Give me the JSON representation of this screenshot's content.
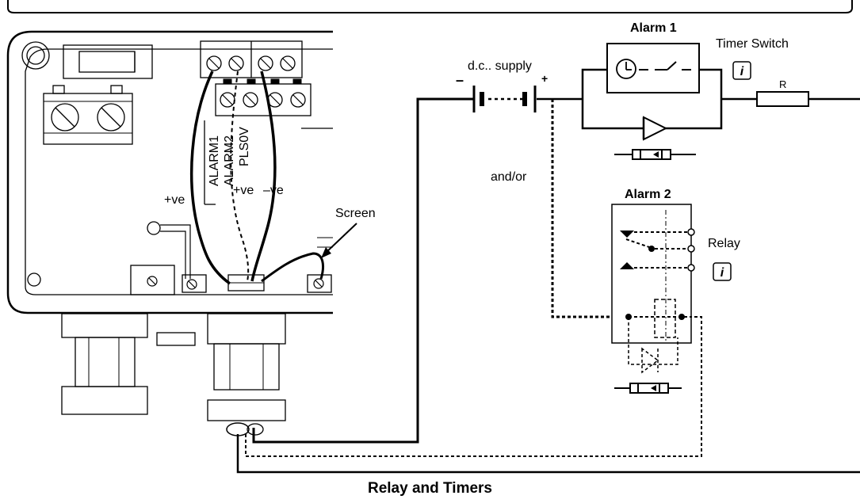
{
  "terminals": [
    "ALARM1",
    "ALARM2",
    "PLS0V"
  ],
  "polarity": {
    "alarm1_wire": "+ve",
    "alarm2_wire": "+ve",
    "common_wire": "–ve"
  },
  "screen_label": "Screen",
  "supply": {
    "label": "d.c.. supply",
    "neg": "–",
    "pos": "+"
  },
  "alarm1": {
    "title": "Alarm 1",
    "switch_label": "Timer Switch"
  },
  "alarm2": {
    "title": "Alarm 2",
    "relay_label": "Relay"
  },
  "resistor_label": "R",
  "andor_label": "and/or",
  "info_symbol": "i",
  "caption": "Relay and Timers",
  "colors": {
    "line": "#000000",
    "background": "#ffffff",
    "enclosure_fill": "#ffffff"
  }
}
